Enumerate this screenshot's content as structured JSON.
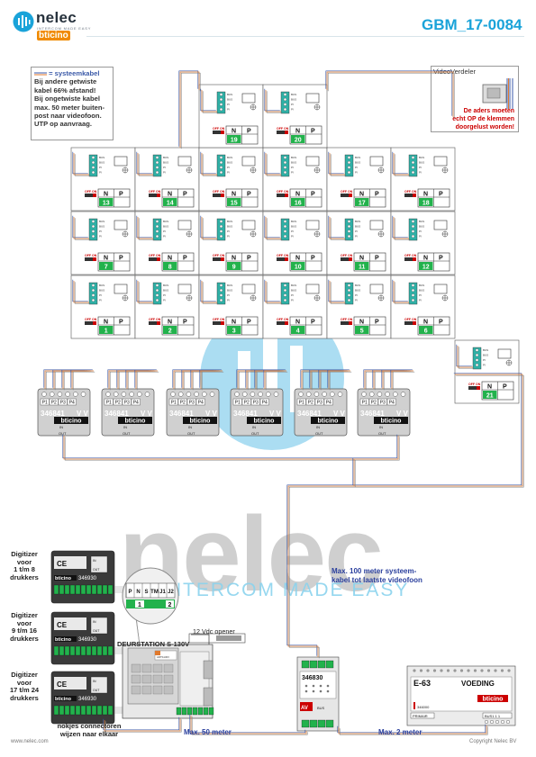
{
  "header": {
    "doc_code": "GBM_17-0084",
    "brand": "nelec",
    "brand_tagline": "INTERCOM MADE EASY",
    "bticino": "bticino"
  },
  "legend_note": {
    "line1": "= systeemkabel",
    "body": [
      "Bij andere getwiste",
      "kabel 66% afstand!",
      "Bij ongetwiste kabel",
      "max. 50 meter buiten-",
      "post naar videofoon.",
      "UTP op aanvraag."
    ]
  },
  "videoverdeler": {
    "title": "VideoVerdeler",
    "warning": [
      "De aders moeten",
      "echt OP de klemmen",
      "doorgelust worden!"
    ]
  },
  "videophone": {
    "labels": {
      "off_on": "OFF ON",
      "n": "N",
      "p": "P",
      "terminals": [
        "BUS",
        "BUS",
        "PI",
        "PI"
      ]
    },
    "numbers_row1": [
      "1",
      "2",
      "3",
      "4",
      "5",
      "6"
    ],
    "numbers_row2": [
      "7",
      "8",
      "9",
      "10",
      "11",
      "12"
    ],
    "numbers_row3": [
      "13",
      "14",
      "15",
      "16",
      "17",
      "18"
    ],
    "numbers_top": [
      "19",
      "20"
    ],
    "number_right": "21"
  },
  "distributor": {
    "model": "346841",
    "ports": [
      "P1",
      "P2",
      "P3",
      "P4"
    ],
    "vv": "V V",
    "in_label": "IN",
    "out_label": "OUT",
    "brand": "bticino"
  },
  "digitizers": [
    {
      "label": [
        "Digitizer",
        "voor",
        "1 t/m 8",
        "drukkers"
      ],
      "model": "346930"
    },
    {
      "label": [
        "Digitizer",
        "voor",
        "9 t/m 16",
        "drukkers"
      ],
      "model": "346930"
    },
    {
      "label": [
        "Digitizer",
        "voor",
        "17 t/m 24",
        "drukkers"
      ],
      "model": "346930"
    }
  ],
  "digitizer_terminals": {
    "ce": "CE",
    "in": "IN",
    "out": "OUT"
  },
  "connector_zoom": {
    "labels": [
      "P",
      "N",
      "S",
      "TM",
      "J1",
      "J2"
    ],
    "num1": "1",
    "num2": "2"
  },
  "door_station": {
    "title": "DEURSTATION S-130V",
    "opener": "12 Vdc opener",
    "code": "ARTS130V"
  },
  "nokjes_note": [
    "nokjes connectoren",
    "wijzen naar elkaar"
  ],
  "power_supply_interface": {
    "model": "346830",
    "av_label": "AV",
    "bus_label": "BUS"
  },
  "power_supply": {
    "model": "E-63",
    "title": "VOEDING",
    "code": "346000",
    "primair": "PRIMAIR",
    "bus": "BUS1 1 1"
  },
  "distances": {
    "max100": [
      "Max. 100 meter systeem-",
      "kabel tot laatste videofoon"
    ],
    "max50": "Max. 50 meter",
    "max2": "Max. 2 meter"
  },
  "footer": {
    "website": "www.nelec.com",
    "copyright": "Copyright Nelec BV"
  },
  "watermark": {
    "big": "nelec",
    "small": "INTERCOM MADE EASY"
  },
  "colors": {
    "accent": "#1aa3d9",
    "cable_blue": "#3b5aa8",
    "cable_orange": "#e07a2e",
    "cable_grey": "#888888",
    "terminal_green": "#22b24c",
    "red": "#cc0000",
    "teal_terminal": "#2fb0a6"
  }
}
